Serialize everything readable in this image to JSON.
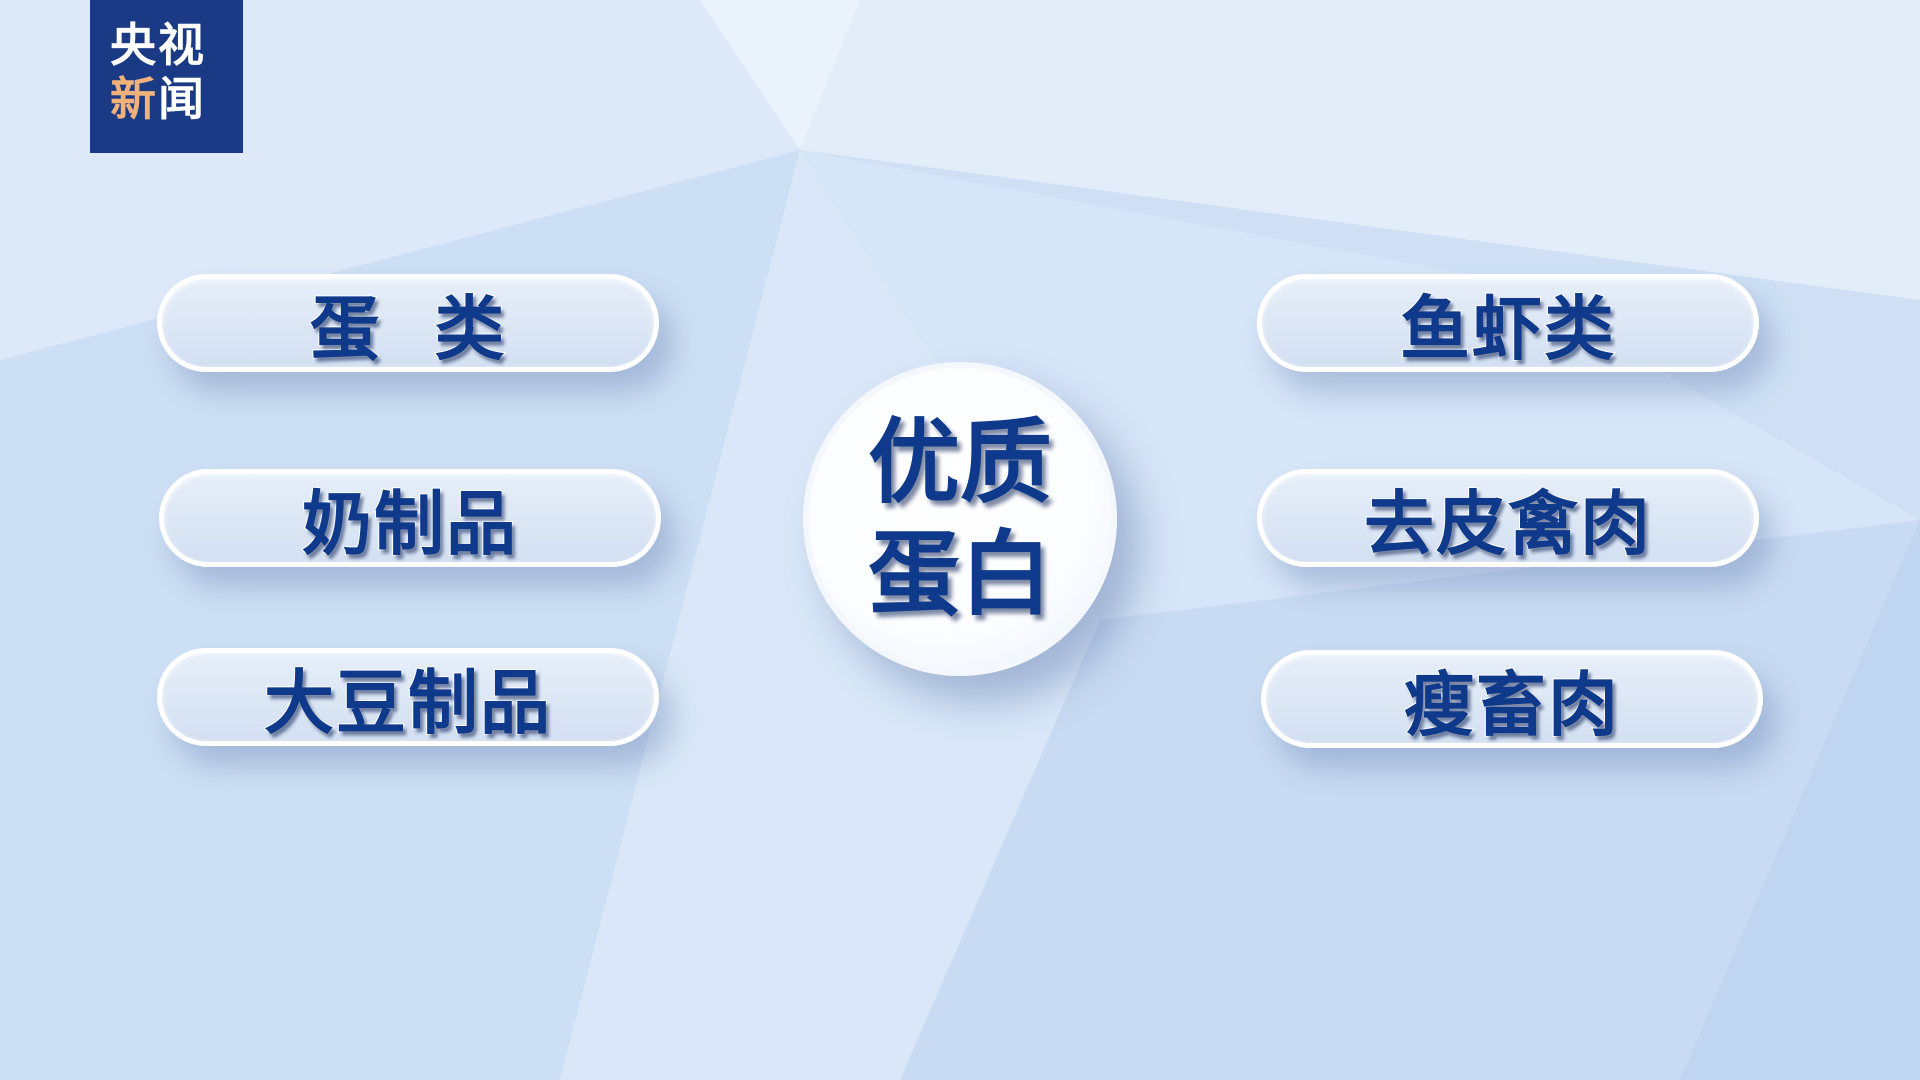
{
  "logo": {
    "line1": "央视",
    "line2_accent": "新",
    "line2_rest": "闻"
  },
  "center": {
    "line1": "优质",
    "line2": "蛋白"
  },
  "left_items": [
    {
      "label": "蛋  类"
    },
    {
      "label": "奶制品"
    },
    {
      "label": "大豆制品"
    }
  ],
  "right_items": [
    {
      "label": "鱼虾类"
    },
    {
      "label": "去皮禽肉"
    },
    {
      "label": "瘦畜肉"
    }
  ],
  "colors": {
    "text": "#0f3a8c",
    "logo_bg": "#1b3a86",
    "logo_accent": "#f0b27a",
    "background": "#d4e4f6"
  }
}
